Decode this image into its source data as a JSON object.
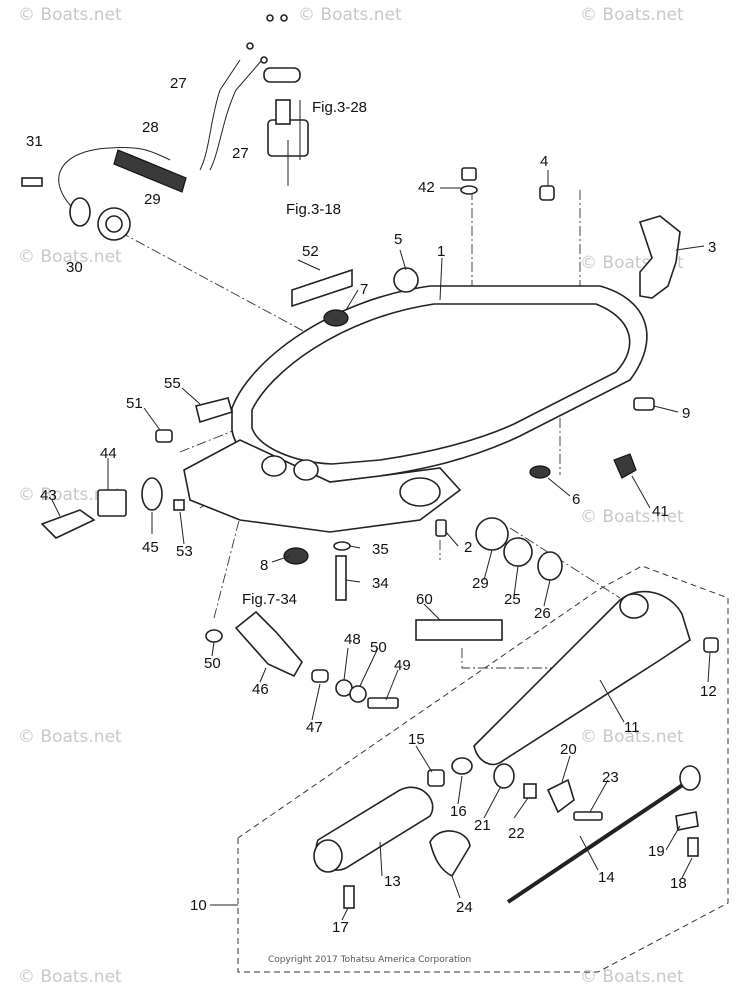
{
  "watermark": "© Boats.net",
  "copyright": "Copyright 2017 Tohatsu America Corporation",
  "figure_refs": [
    "Fig.3-28",
    "Fig.3-18",
    "Fig.7-34"
  ],
  "callouts": {
    "c1": "1",
    "c2": "2",
    "c3": "3",
    "c4": "4",
    "c5": "5",
    "c6": "6",
    "c7": "7",
    "c8": "8",
    "c9": "9",
    "c10": "10",
    "c11": "11",
    "c12": "12",
    "c13": "13",
    "c14": "14",
    "c15": "15",
    "c16": "16",
    "c17": "17",
    "c18": "18",
    "c19": "19",
    "c20": "20",
    "c21": "21",
    "c22": "22",
    "c23": "23",
    "c24": "24",
    "c25": "25",
    "c26": "26",
    "c27a": "27",
    "c27b": "27",
    "c28": "28",
    "c29a": "29",
    "c29b": "29",
    "c30": "30",
    "c31": "31",
    "c34": "34",
    "c35": "35",
    "c41": "41",
    "c42": "42",
    "c43": "43",
    "c44": "44",
    "c45": "45",
    "c46": "46",
    "c47": "47",
    "c48": "48",
    "c49": "49",
    "c50a": "50",
    "c50b": "50",
    "c51": "51",
    "c52": "52",
    "c53": "53",
    "c55": "55",
    "c60": "60"
  }
}
